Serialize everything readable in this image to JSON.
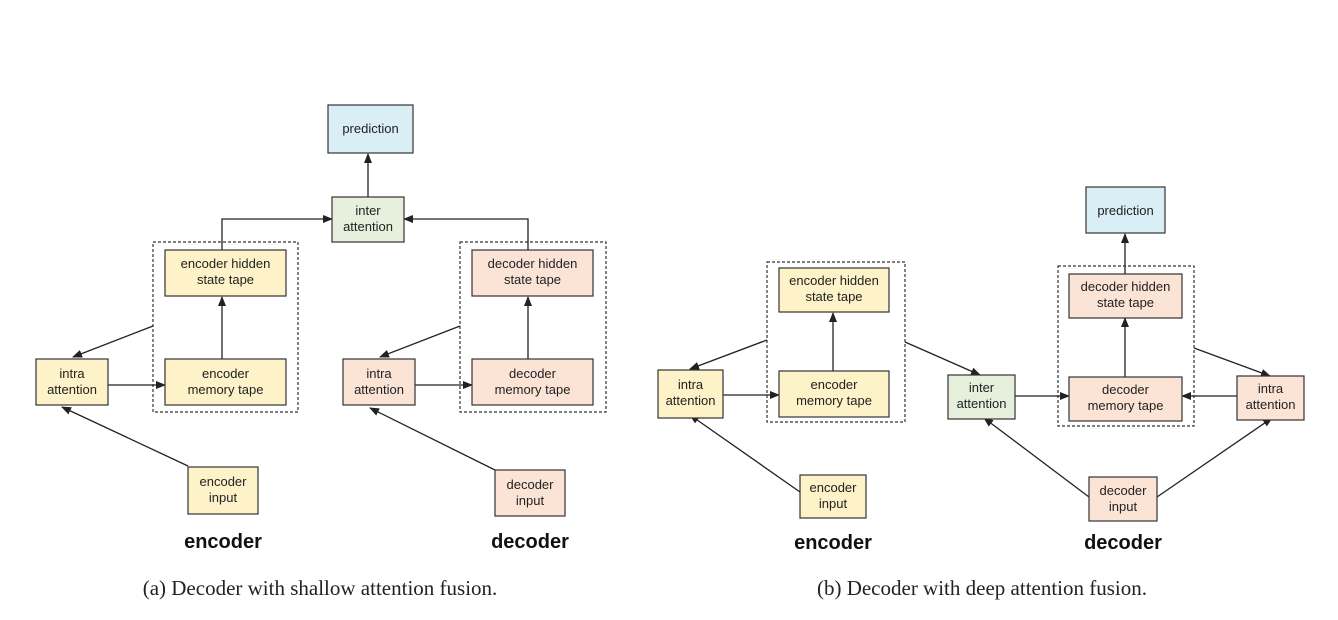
{
  "colors": {
    "yellow": "#fdf2c8",
    "peach": "#fbe3d6",
    "green": "#e6f0dc",
    "blue": "#daeef6",
    "border": "#333333"
  },
  "shallow": {
    "prediction": "prediction",
    "inter_attention": [
      "inter",
      "attention"
    ],
    "enc_hidden": [
      "encoder hidden",
      "state tape"
    ],
    "enc_memory": [
      "encoder",
      "memory tape"
    ],
    "enc_intra": [
      "intra",
      "attention"
    ],
    "enc_input": [
      "encoder",
      "input"
    ],
    "dec_hidden": [
      "decoder hidden",
      "state tape"
    ],
    "dec_memory": [
      "decoder",
      "memory tape"
    ],
    "dec_intra": [
      "intra",
      "attention"
    ],
    "dec_input": [
      "decoder",
      "input"
    ],
    "encoder_label": "encoder",
    "decoder_label": "decoder",
    "caption": "(a) Decoder with shallow attention fusion."
  },
  "deep": {
    "prediction": "prediction",
    "enc_hidden": [
      "encoder hidden",
      "state tape"
    ],
    "enc_memory": [
      "encoder",
      "memory tape"
    ],
    "enc_intra": [
      "intra",
      "attention"
    ],
    "enc_input": [
      "encoder",
      "input"
    ],
    "inter_attention": [
      "inter",
      "attention"
    ],
    "dec_hidden": [
      "decoder hidden",
      "state tape"
    ],
    "dec_memory": [
      "decoder",
      "memory tape"
    ],
    "dec_intra": [
      "intra",
      "attention"
    ],
    "dec_input": [
      "decoder",
      "input"
    ],
    "encoder_label": "encoder",
    "decoder_label": "decoder",
    "caption": "(b) Decoder with deep attention fusion."
  }
}
